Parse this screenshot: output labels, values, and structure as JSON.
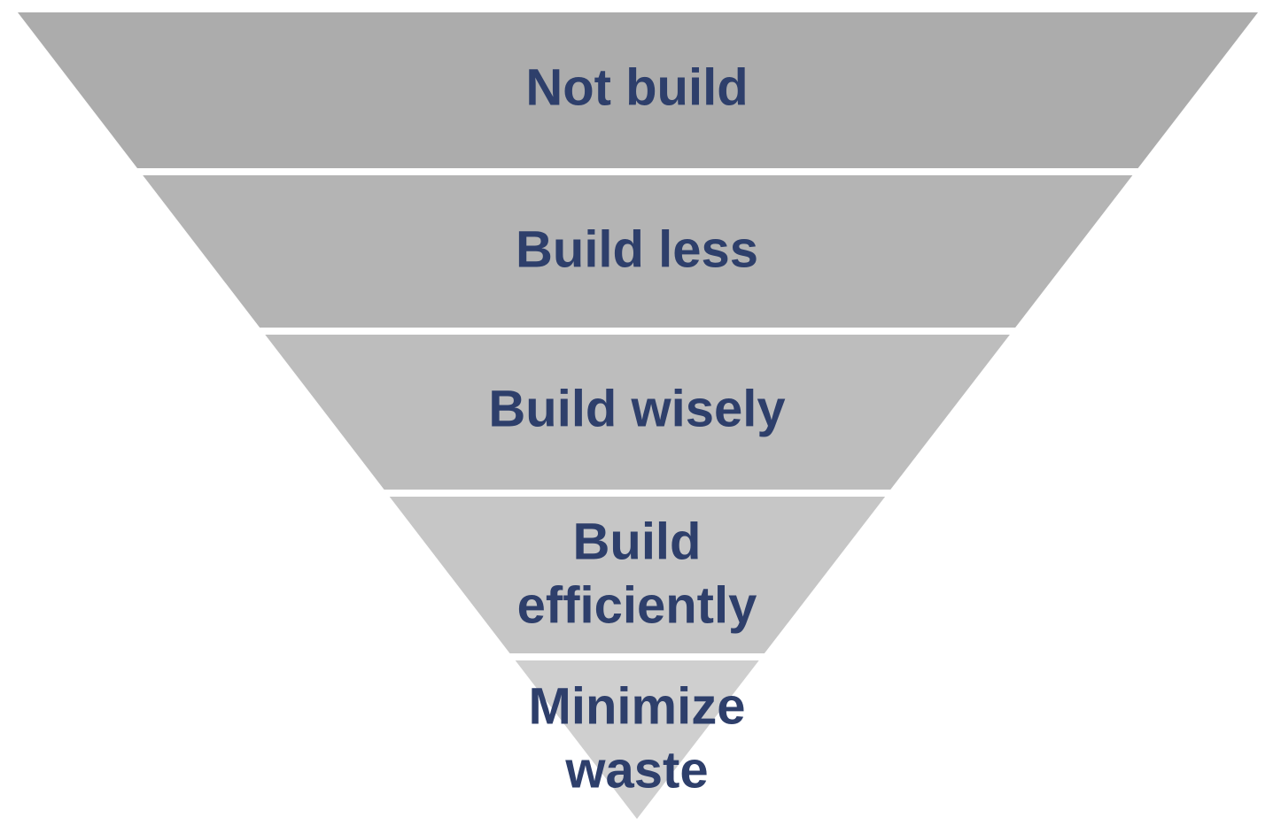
{
  "diagram": {
    "type": "inverted-pyramid",
    "tiers": [
      {
        "lines": [
          "Not build"
        ],
        "fill": "#acacac"
      },
      {
        "lines": [
          "Build less"
        ],
        "fill": "#b4b4b4"
      },
      {
        "lines": [
          "Build wisely"
        ],
        "fill": "#bdbdbd"
      },
      {
        "lines": [
          "Build",
          "efficiently"
        ],
        "fill": "#c6c6c6"
      },
      {
        "lines": [
          "Minimize",
          "waste"
        ],
        "fill": "#cfcfcf"
      }
    ],
    "colors": {
      "text": "#2e3f6b",
      "separator": "#ffffff",
      "background": "#ffffff"
    }
  }
}
